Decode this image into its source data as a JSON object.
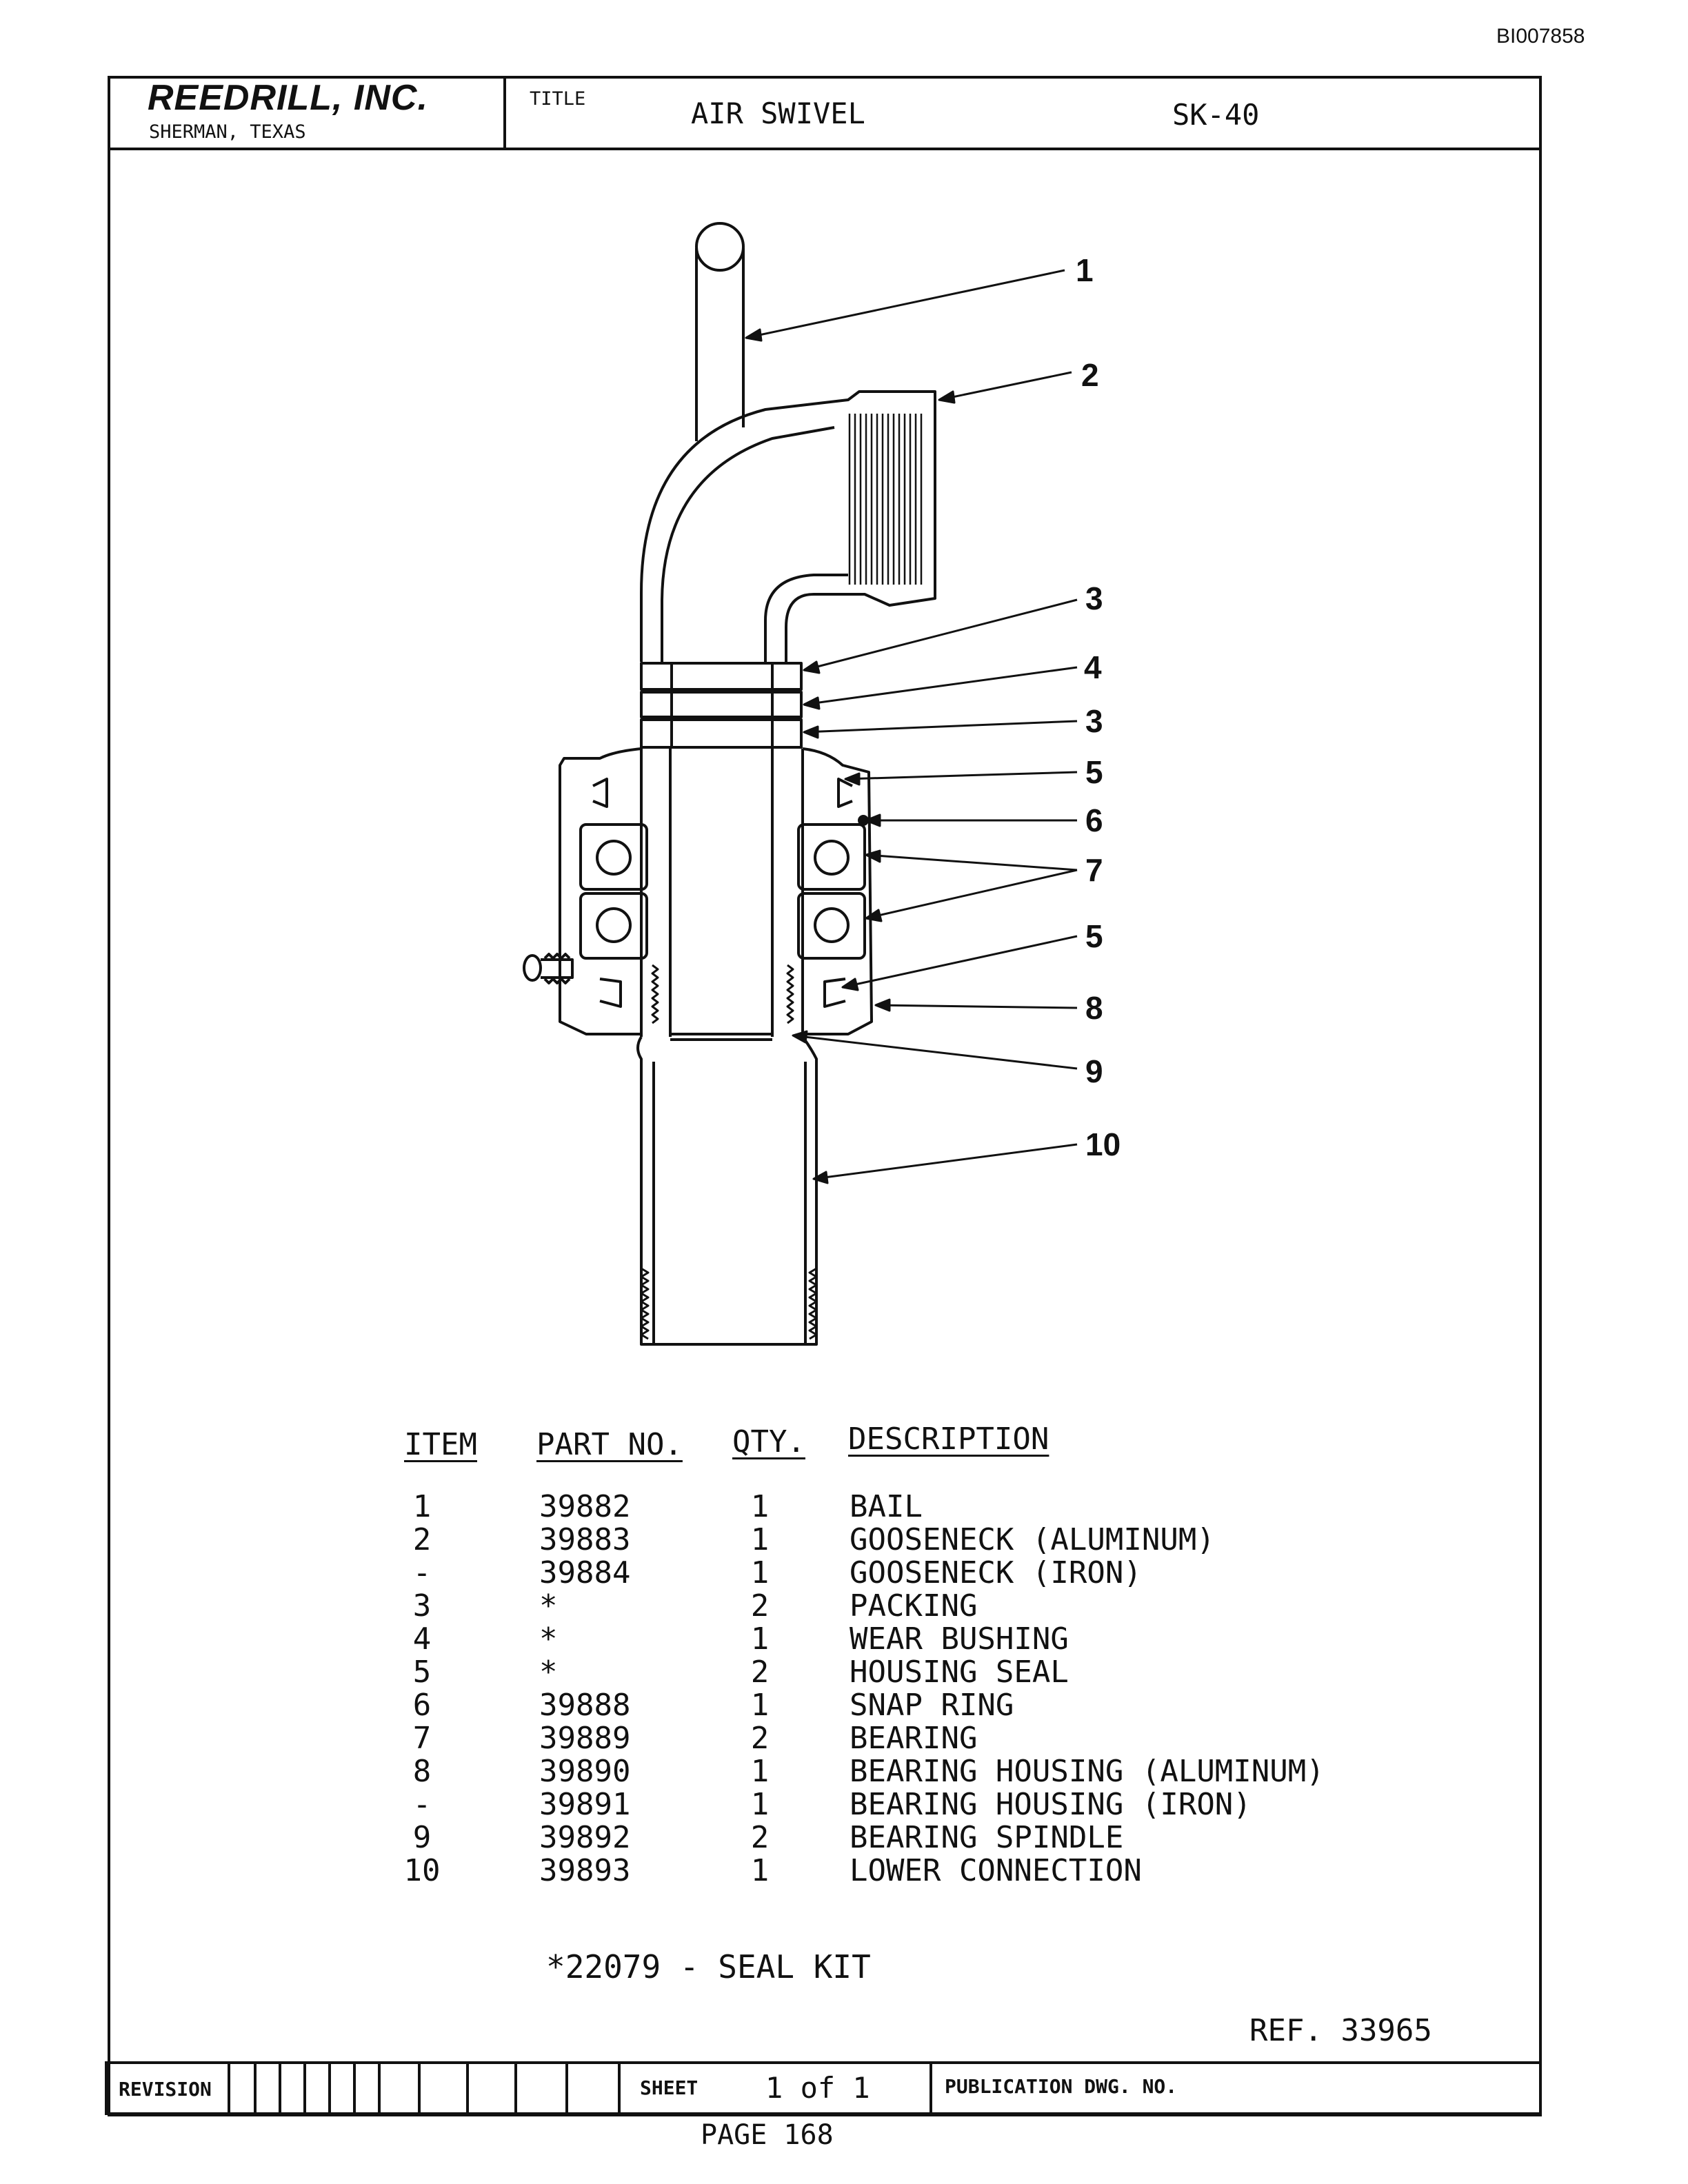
{
  "doc_id": "BI007858",
  "header": {
    "company": "REEDRILL, INC.",
    "city": "SHERMAN, TEXAS",
    "title_label": "TITLE",
    "title": "AIR SWIVEL",
    "model": "SK-40"
  },
  "callouts": [
    "1",
    "2",
    "3",
    "4",
    "3",
    "5",
    "6",
    "7",
    "5",
    "8",
    "9",
    "10"
  ],
  "parts_table": {
    "headers": {
      "item": "ITEM",
      "part_no": "PART NO.",
      "qty": "QTY.",
      "description": "DESCRIPTION"
    },
    "rows": [
      {
        "item": "1",
        "part_no": "39882",
        "qty": "1",
        "description": "BAIL"
      },
      {
        "item": "2",
        "part_no": "39883",
        "qty": "1",
        "description": "GOOSENECK (ALUMINUM)"
      },
      {
        "item": "-",
        "part_no": "39884",
        "qty": "1",
        "description": "GOOSENECK (IRON)"
      },
      {
        "item": "3",
        "part_no": "*",
        "qty": "2",
        "description": "PACKING"
      },
      {
        "item": "4",
        "part_no": "*",
        "qty": "1",
        "description": "WEAR BUSHING"
      },
      {
        "item": "5",
        "part_no": "*",
        "qty": "2",
        "description": "HOUSING SEAL"
      },
      {
        "item": "6",
        "part_no": "39888",
        "qty": "1",
        "description": "SNAP RING"
      },
      {
        "item": "7",
        "part_no": "39889",
        "qty": "2",
        "description": "BEARING"
      },
      {
        "item": "8",
        "part_no": "39890",
        "qty": "1",
        "description": "BEARING HOUSING (ALUMINUM)"
      },
      {
        "item": "-",
        "part_no": "39891",
        "qty": "1",
        "description": "BEARING HOUSING (IRON)"
      },
      {
        "item": "9",
        "part_no": "39892",
        "qty": "2",
        "description": "BEARING SPINDLE"
      },
      {
        "item": "10",
        "part_no": "39893",
        "qty": "1",
        "description": "LOWER CONNECTION"
      }
    ]
  },
  "seal_kit": "*22079 - SEAL KIT",
  "ref": "REF. 33965",
  "footer": {
    "revision_label": "REVISION",
    "sheet_label": "SHEET",
    "sheet_value": "1 of 1",
    "publication_label": "PUBLICATION DWG. NO.",
    "page": "PAGE 168"
  }
}
